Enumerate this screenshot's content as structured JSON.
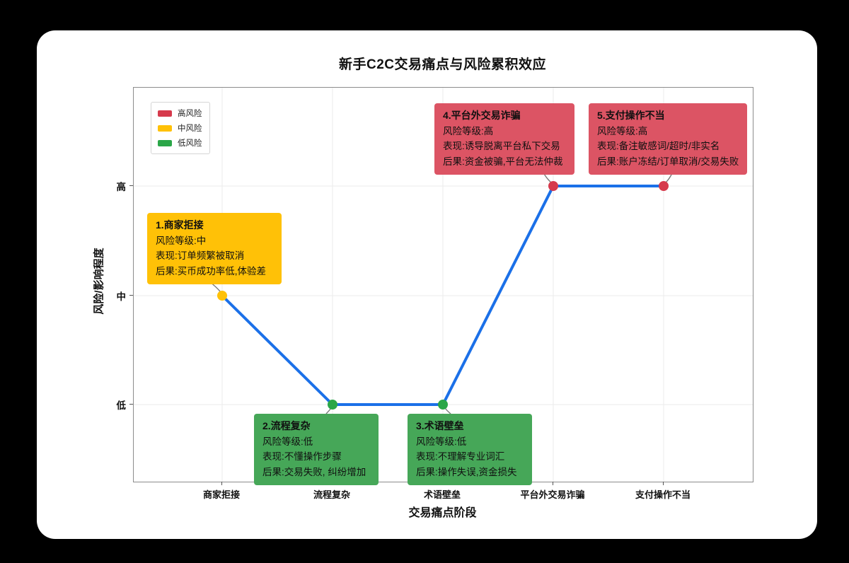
{
  "colors": {
    "risk_high": "#d63a4c",
    "risk_mid": "#ffc107",
    "risk_low": "#2aa648",
    "box_high": "#dc5464",
    "box_mid": "#ffc107",
    "box_low": "#46a758",
    "line_blue": "#1b70e8",
    "grid": "#ebebeb",
    "connector": "#777777"
  },
  "chart_data": {
    "type": "line",
    "title": "新手C2C交易痛点与风险累积效应",
    "xlabel": "交易痛点阶段",
    "ylabel": "风险/影响程度",
    "categories": [
      "商家拒接",
      "流程复杂",
      "术语壁垒",
      "平台外交易诈骗",
      "支付操作不当"
    ],
    "y_tick_labels": [
      "高",
      "中",
      "低"
    ],
    "series": [
      {
        "name": "风险水平",
        "levels": [
          "中",
          "低",
          "低",
          "高",
          "高"
        ],
        "risk": [
          "mid",
          "low",
          "low",
          "high",
          "high"
        ]
      }
    ],
    "grid": true,
    "legend_position": "upper-left",
    "legend": [
      {
        "label": "高风险",
        "risk": "high"
      },
      {
        "label": "中风险",
        "risk": "mid"
      },
      {
        "label": "低风险",
        "risk": "low"
      }
    ]
  },
  "annotations": [
    {
      "risk": "mid",
      "title": "1.商家拒接",
      "line1": "风险等级:中",
      "line2": "表现:订单频繁被取消",
      "line3": "后果:买币成功率低,体验差"
    },
    {
      "risk": "low",
      "title": "2.流程复杂",
      "line1": "风险等级:低",
      "line2": "表现:不懂操作步骤",
      "line3": "后果:交易失败, 纠纷增加"
    },
    {
      "risk": "low",
      "title": "3.术语壁垒",
      "line1": "风险等级:低",
      "line2": "表现:不理解专业词汇",
      "line3": "后果:操作失误,资金损失"
    },
    {
      "risk": "high",
      "title": "4.平台外交易诈骗",
      "line1": "风险等级:高",
      "line2": "表现:诱导脱离平台私下交易",
      "line3": "后果:资金被骗,平台无法仲裁"
    },
    {
      "risk": "high",
      "title": "5.支付操作不当",
      "line1": "风险等级:高",
      "line2": "表现:备注敏感词/超时/非实名",
      "line3": "后果:账户冻结/订单取消/交易失败"
    }
  ]
}
